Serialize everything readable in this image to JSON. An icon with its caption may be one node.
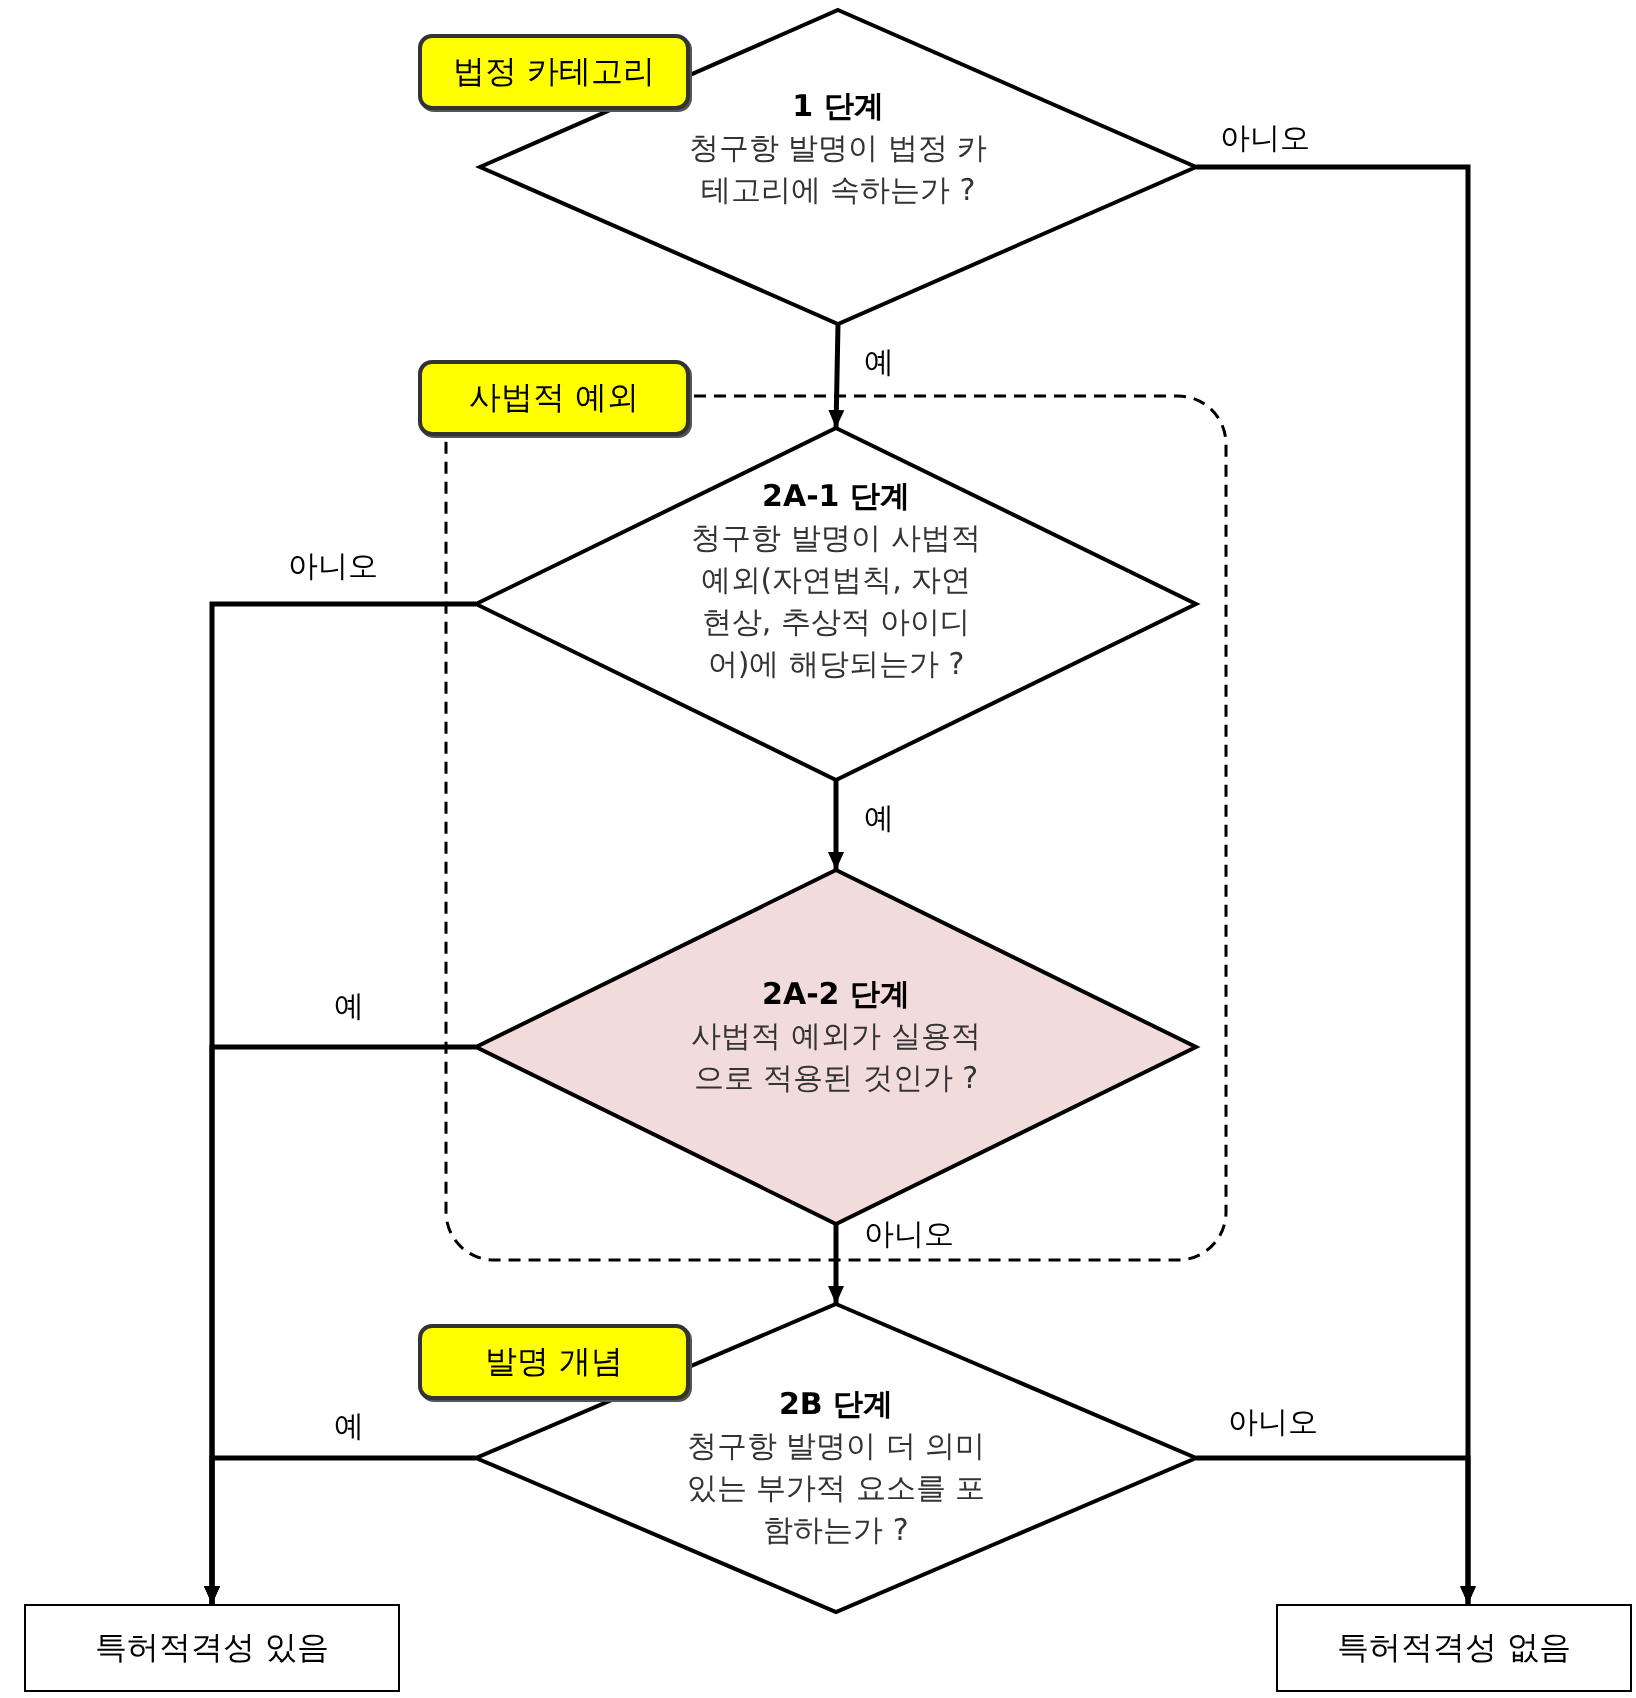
{
  "diagram": {
    "nodes": [
      {
        "text": [
          "법정 카테고리"
        ]
      },
      {
        "text": [
          "1 단계",
          "청구항 발명이 법정 카테고리에 속하는가 ?"
        ]
      },
      {
        "text": [],
        "shape": "box"
      },
      {
        "text": [
          "사법적 예외"
        ]
      },
      {
        "text": [
          "2A-1 단계",
          "청구항 발명이 사법적 예외(자연법칙, 자연현상, 추상적 아이디어)에 해당되는가 ?"
        ],
        "in": 2
      },
      {
        "text": [
          "2A-2 단계",
          "사법적 예외가 실용적으로 적용된 것인가 ?"
        ],
        "in": 2
      },
      {
        "text": [
          "발명 개념"
        ]
      },
      {
        "text": [
          "2B 단계",
          "청구항 발명이 더 의미있는 부가적 요소를 포함하는가 ?"
        ]
      },
      {
        "text": [
          "특허적격성 있음"
        ]
      },
      {
        "text": [
          "특허적격성 없음"
        ]
      }
    ],
    "edges": [
      {
        "from": 1,
        "to": 4,
        "arrow": "to",
        "label": "예"
      },
      {
        "from": 1,
        "to": 9,
        "arrow": "to",
        "label": "아니오"
      },
      {
        "from": 4,
        "to": 8,
        "arrow": "to",
        "label": "아니오"
      },
      {
        "from": 4,
        "to": 5,
        "arrow": "to",
        "label": "예"
      },
      {
        "from": 5,
        "to": 8,
        "arrow": "to",
        "label": "예"
      },
      {
        "from": 5,
        "to": 7,
        "arrow": "to",
        "label": "아니오"
      },
      {
        "from": 7,
        "to": 8,
        "arrow": "to",
        "label": "예"
      },
      {
        "from": 7,
        "to": 9,
        "arrow": "to",
        "label": "아니오"
      }
    ]
  }
}
